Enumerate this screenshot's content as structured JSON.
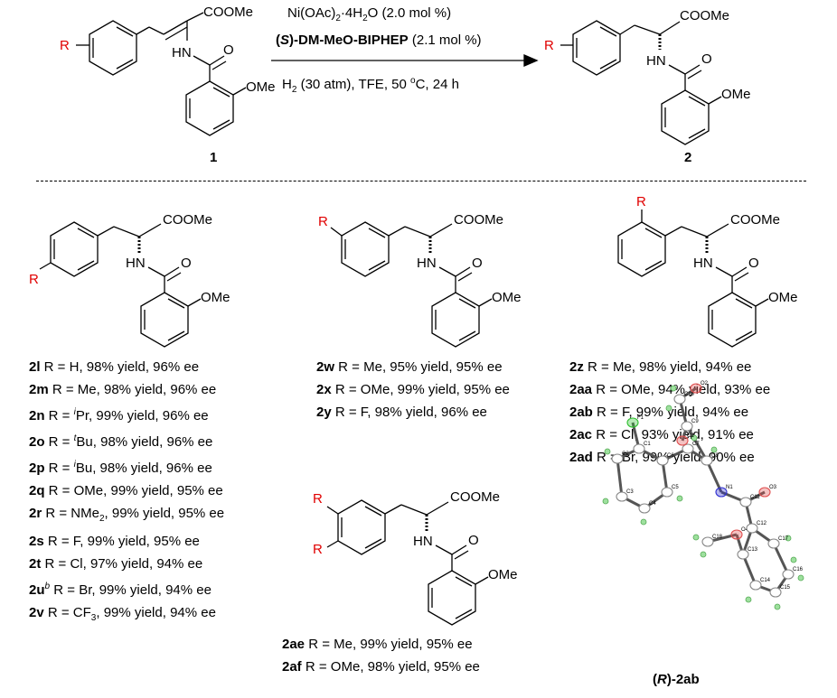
{
  "reaction": {
    "sm_label": "1",
    "product_label": "2",
    "catalyst": "Ni(OAc)",
    "catalyst_sub": "2",
    "catalyst_hyd": "·4H",
    "catalyst_sub2": "2",
    "catalyst_end": "O (2.0 mol %)",
    "ligand_open": "(",
    "ligand_s": "S",
    "ligand_name": ")-DM-MeO-BIPHEP",
    "ligand_loading": " (2.1 mol %)",
    "h2": "H",
    "h2_sub": "2",
    "cond2": " (30 atm), TFE, 50 ",
    "deg": "o",
    "cond3": "C, 24 h"
  },
  "groups": {
    "col1": [
      {
        "id": "2l",
        "r": "H",
        "yield": "98%",
        "ee": "96%"
      },
      {
        "id": "2m",
        "r": "Me",
        "yield": "98%",
        "ee": "96%"
      },
      {
        "id": "2n",
        "r": "Pr",
        "r_pre": "i",
        "yield": "99%",
        "ee": "96%"
      },
      {
        "id": "2o",
        "r": "Bu",
        "r_pre": "t",
        "yield": "98%",
        "ee": "96%"
      },
      {
        "id": "2p",
        "r": "Bu",
        "r_pre": "i",
        "yield": "98%",
        "ee": "96%"
      },
      {
        "id": "2q",
        "r": "OMe",
        "yield": "99%",
        "ee": "95%"
      },
      {
        "id": "2r",
        "r": "NMe",
        "r_sub": "2",
        "yield": "99%",
        "ee": "95%"
      },
      {
        "id": "2s",
        "r": "F",
        "yield": "99%",
        "ee": "95%"
      },
      {
        "id": "2t",
        "r": "Cl",
        "yield": "97%",
        "ee": "94%"
      },
      {
        "id": "2u",
        "id_sup": "b",
        "r": "Br",
        "yield": "99%",
        "ee": "94%"
      },
      {
        "id": "2v",
        "r": "CF",
        "r_sub": "3",
        "yield": "99%",
        "ee": "94%"
      }
    ],
    "col2a": [
      {
        "id": "2w",
        "r": "Me",
        "yield": "95%",
        "ee": "95%"
      },
      {
        "id": "2x",
        "r": "OMe",
        "yield": "99%",
        "ee": "95%"
      },
      {
        "id": "2y",
        "r": "F",
        "yield": "98%",
        "ee": "96%"
      }
    ],
    "col2b": [
      {
        "id": "2ae",
        "r": "Me",
        "yield": "99%",
        "ee": "95%"
      },
      {
        "id": "2af",
        "r": "OMe",
        "yield": "98%",
        "ee": "95%"
      }
    ],
    "col3": [
      {
        "id": "2z",
        "r": "Me",
        "yield": "98%",
        "ee": "94%"
      },
      {
        "id": "2aa",
        "r": "OMe",
        "yield": "94%",
        "ee": "93%"
      },
      {
        "id": "2ab",
        "r": "F",
        "yield": "99%",
        "ee": "94%"
      },
      {
        "id": "2ac",
        "r": "Cl",
        "yield": "93%",
        "ee": "91%"
      },
      {
        "id": "2ad",
        "r": "Br",
        "yield": "99%",
        "ee": "90%"
      }
    ]
  },
  "text": {
    "coome": "COOMe",
    "hn": "HN",
    "o": "O",
    "ome": "OMe",
    "r": "R",
    "r_eq": "R = ",
    "yield_word": " yield, ",
    "ee_word": " ee"
  },
  "xray": {
    "label_open": "(",
    "label_r": "R",
    "label_rest": ")-2ab",
    "atoms": [
      "F1",
      "C1",
      "C2",
      "C3",
      "C4",
      "C5",
      "C6",
      "C7",
      "C8",
      "C9",
      "C10",
      "O1",
      "O2",
      "N1",
      "C11",
      "O3",
      "O4",
      "C12",
      "C13",
      "C14",
      "C15",
      "C16",
      "C17",
      "C18"
    ]
  },
  "colors": {
    "substituent": "#e00000",
    "nitrogen": "#3030d0",
    "oxygen": "#e05050",
    "fluorine": "#30c030"
  }
}
